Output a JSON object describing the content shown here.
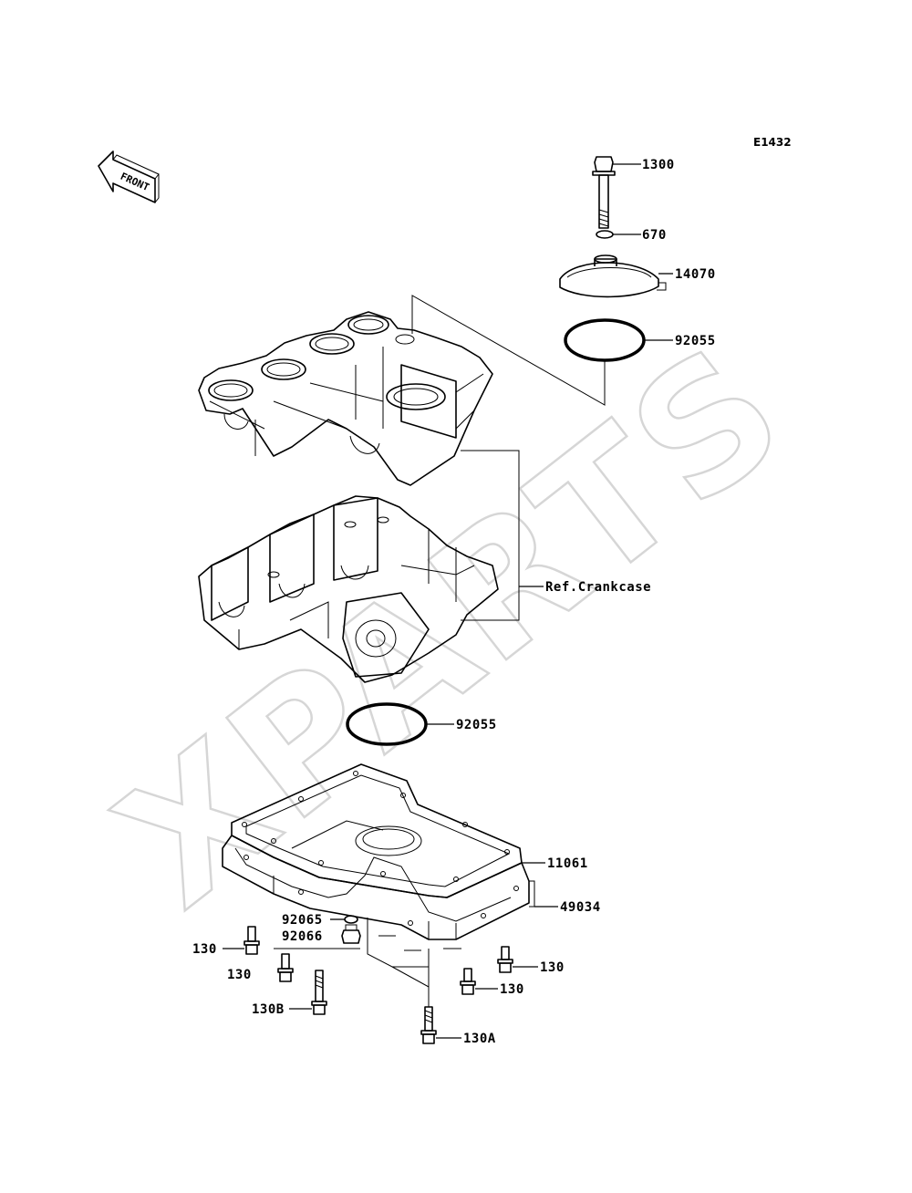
{
  "diagram": {
    "code": "E1432",
    "front_label": "FRONT",
    "watermark": "XPARTS",
    "ref_label": "Ref.Crankcase",
    "callouts": {
      "bolt_1300": "1300",
      "oring_670": "670",
      "cover_14070": "14070",
      "oring_upper_92055": "92055",
      "oring_lower_92055": "92055",
      "gasket_11061": "11061",
      "oilpan_49034": "49034",
      "washer_92065": "92065",
      "plug_92066": "92066",
      "bolt_130_a": "130",
      "bolt_130_b": "130",
      "bolt_130_c": "130",
      "bolt_130_d": "130",
      "bolt_130B": "130B",
      "bolt_130A": "130A"
    }
  }
}
